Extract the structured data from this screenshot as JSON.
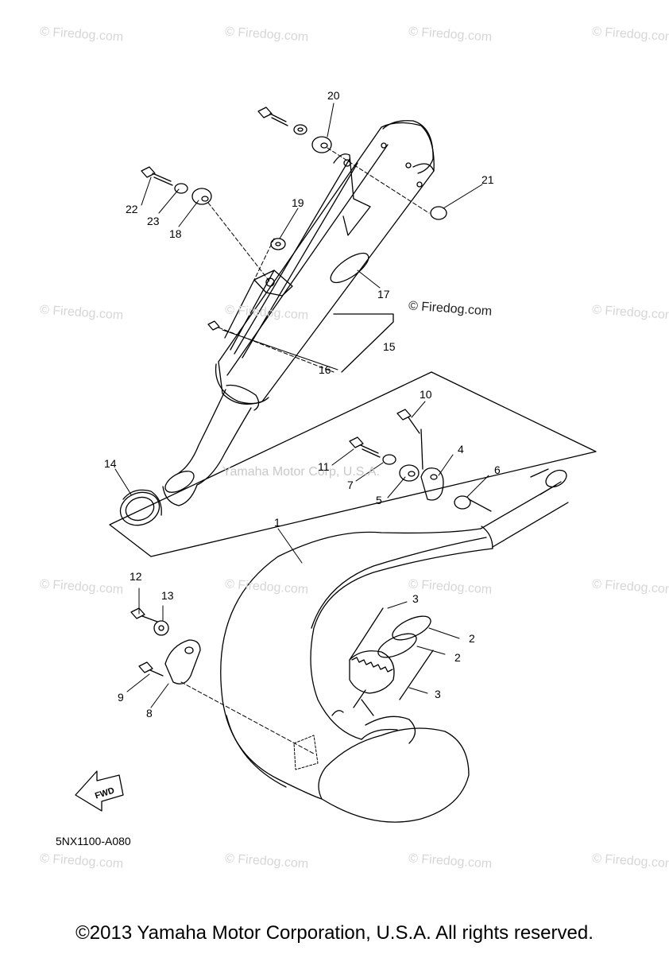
{
  "watermark": "© Firedog.com",
  "brand_mark": "© Firedog.com",
  "center_watermark": "Yamaha Motor Corp, U.S.A.",
  "callouts": [
    "1",
    "2",
    "2",
    "3",
    "3",
    "4",
    "5",
    "6",
    "7",
    "8",
    "9",
    "10",
    "11",
    "12",
    "13",
    "14",
    "15",
    "16",
    "17",
    "18",
    "19",
    "20",
    "21",
    "22",
    "23"
  ],
  "fwd_label": "FWD",
  "part_code": "5NX1100-A080",
  "copyright": "©2013 Yamaha Motor Corporation, U.S.A. All rights reserved."
}
